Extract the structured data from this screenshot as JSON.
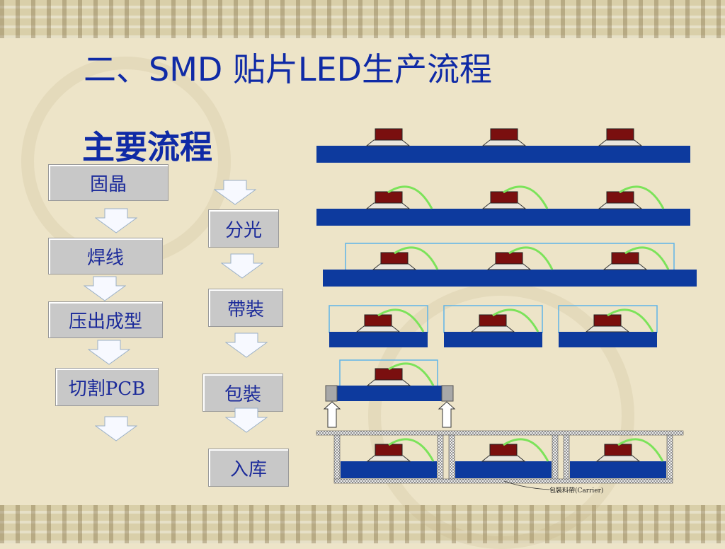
{
  "slide": {
    "title": "二、SMD 贴片LED生产流程",
    "subtitle": "主要流程"
  },
  "flow": {
    "left_steps": [
      "固晶",
      "焊线",
      "压出成型",
      "切割PCB"
    ],
    "right_steps": [
      "分光",
      "帶裝",
      "包裝",
      "入库"
    ]
  },
  "diagram": {
    "carrier_label": "包裝料帶(Carrier)",
    "colors": {
      "substrate": "#0d3a9e",
      "chip": "#7a0f0f",
      "wire": "#7ce35a",
      "encapsulant_outline": "#5fb4e8",
      "title_text": "#0f2aa6",
      "step_box": "#c8c8c8"
    }
  }
}
